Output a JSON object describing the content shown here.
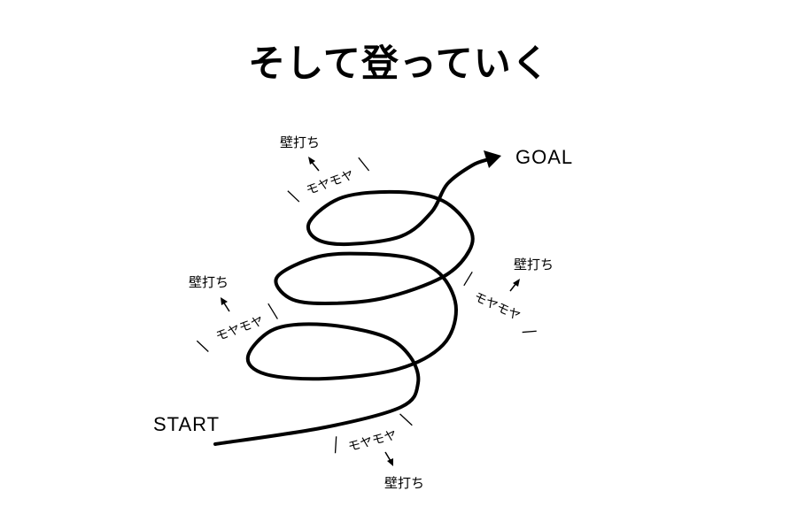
{
  "title": "そして登っていく",
  "start_label": "START",
  "goal_label": "GOAL",
  "struggle_label": "モヤモヤ",
  "wall_label": "壁打ち",
  "stages": [
    {
      "struggle": "モヤモヤ",
      "outcome": "壁打ち"
    },
    {
      "struggle": "モヤモヤ",
      "outcome": "壁打ち"
    },
    {
      "struggle": "モヤモヤ",
      "outcome": "壁打ち"
    },
    {
      "struggle": "モヤモヤ",
      "outcome": "壁打ち"
    }
  ]
}
